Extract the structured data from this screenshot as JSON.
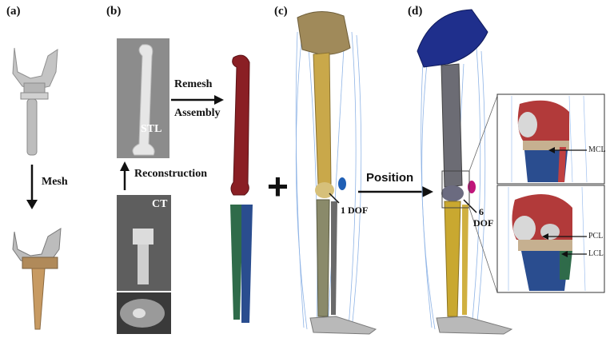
{
  "panels": {
    "a": "(a)",
    "b": "(b)",
    "c": "(c)",
    "d": "(d)"
  },
  "labels": {
    "mesh": "Mesh",
    "remesh": "Remesh",
    "assembly": "Assembly",
    "reconstruction": "Reconstruction",
    "stl": "STL",
    "ct": "CT",
    "plus": "+",
    "position": "Position",
    "one_dof": "1 DOF",
    "six": "6",
    "dof": "DOF",
    "mcl": "MCL",
    "pcl": "PCL",
    "lcl": "LCL"
  },
  "colors": {
    "femur_tan": "#c9a84a",
    "pelvis_blue": "#1f2f8c",
    "bone_red": "#8a1f24",
    "fibula_green": "#2f6b4a",
    "tibia_blue": "#2a4d8f",
    "implant_gray": "#b8b8b8",
    "implant_bronze": "#b08a5a",
    "ligament_blue": "#5b8fd6"
  }
}
